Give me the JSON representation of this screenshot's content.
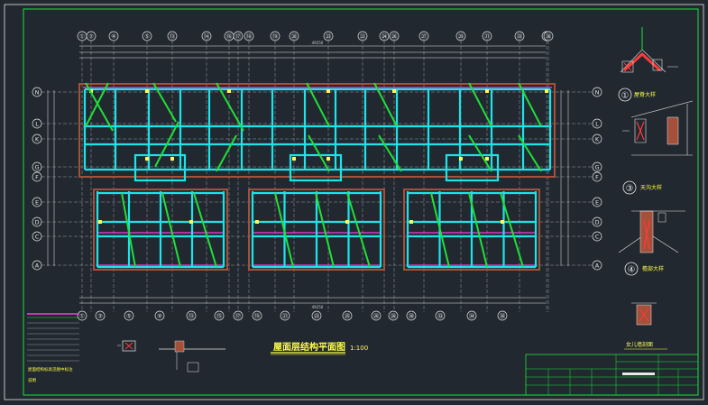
{
  "drawing": {
    "title": "屋面层结构平面图",
    "scale": "1:100",
    "total_dim_top": "49250",
    "total_dim_bottom": "49250",
    "top_axes": [
      "①",
      "②",
      "④",
      "⑤",
      "⑬",
      "⑭",
      "⑯",
      "⑰",
      "⑱",
      "⑲",
      "⑳",
      "㉓",
      "㉒",
      "㉔",
      "㉖",
      "㉗",
      "㉙",
      "㉛",
      "㉝",
      "㉟",
      "㊱"
    ],
    "bottom_axes": [
      "①",
      "③",
      "⑤",
      "⑨",
      "⑬",
      "⑮",
      "⑰",
      "⑲",
      "㉑",
      "㉓",
      "㉕",
      "㉖",
      "㉘",
      "㉚",
      "㉜",
      "㉞",
      "㊱"
    ],
    "row_axes": [
      "N",
      "L",
      "K",
      "G",
      "F",
      "E",
      "D",
      "C",
      "A"
    ],
    "details": [
      {
        "num": "①",
        "label": "屋脊大样"
      },
      {
        "num": "③",
        "label": "天沟大样"
      },
      {
        "num": "④",
        "label": "檐部大样"
      },
      {
        "num": "",
        "label": "女儿墙剖面"
      }
    ],
    "notes_text": [
      "屋面结构标高见图中标注",
      "说明"
    ]
  },
  "colors": {
    "background": "#212830",
    "axis": "#e8e8e8",
    "beam": "#1de4e8",
    "wall": "#a5503a",
    "slab_line": "#ff3ad8",
    "diag": "#1fe038",
    "text": "#fffd4a",
    "border": "#1fe038"
  }
}
